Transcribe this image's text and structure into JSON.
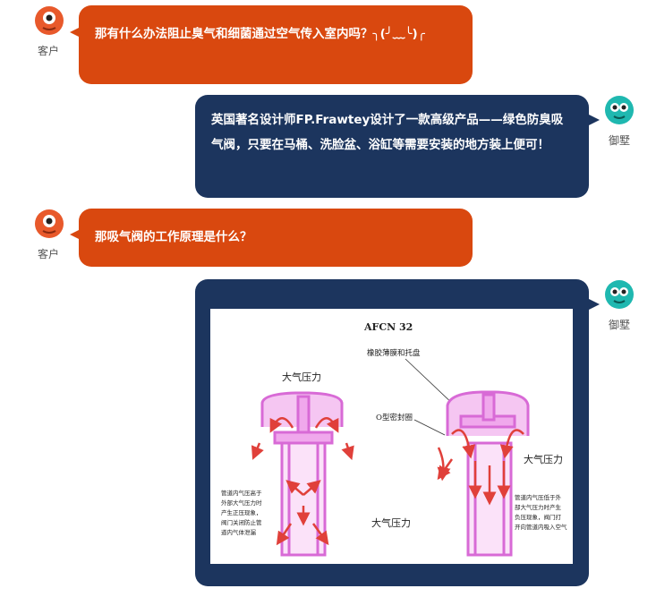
{
  "messages": [
    {
      "sender": "客户",
      "text": "那有什么办法阻止臭气和细菌通过空气传入室内吗？╮(╯﹏╰)╭"
    },
    {
      "sender": "御墅",
      "text": "英国著名设计师FP.Frawtey设计了一款高级产品——绿色防臭吸气阀，只要在马桶、洗脸盆、浴缸等需要安装的地方装上便可！"
    },
    {
      "sender": "客户",
      "text": "那吸气阀的工作原理是什么？"
    },
    {
      "sender": "御墅"
    }
  ],
  "diagram": {
    "title": "AFCN 32",
    "label_membrane": "橡胶薄膜和托盘",
    "label_oring": "O型密封圈",
    "label_pressure_left": "大气压力",
    "label_pressure_right": "大气压力",
    "label_pressure_bottom": "大气压力",
    "note_left": [
      "管道内气压高于",
      "外部大气压力时",
      "产生正压现象，",
      "阀门关闭防止管",
      "道内气体泄漏"
    ],
    "note_right": [
      "管道内气压低于外",
      "部大气压力时产生",
      "负压现象，阀门打",
      "开向管道内吸入空气"
    ]
  },
  "colors": {
    "customer_bubble": "#d9480f",
    "agent_bubble": "#1c355e",
    "valve": "#e58ae0",
    "arrow": "#e0403a"
  },
  "icons": {
    "customer_avatar": "orange-monster-avatar",
    "agent_avatar": "teal-monster-avatar"
  }
}
